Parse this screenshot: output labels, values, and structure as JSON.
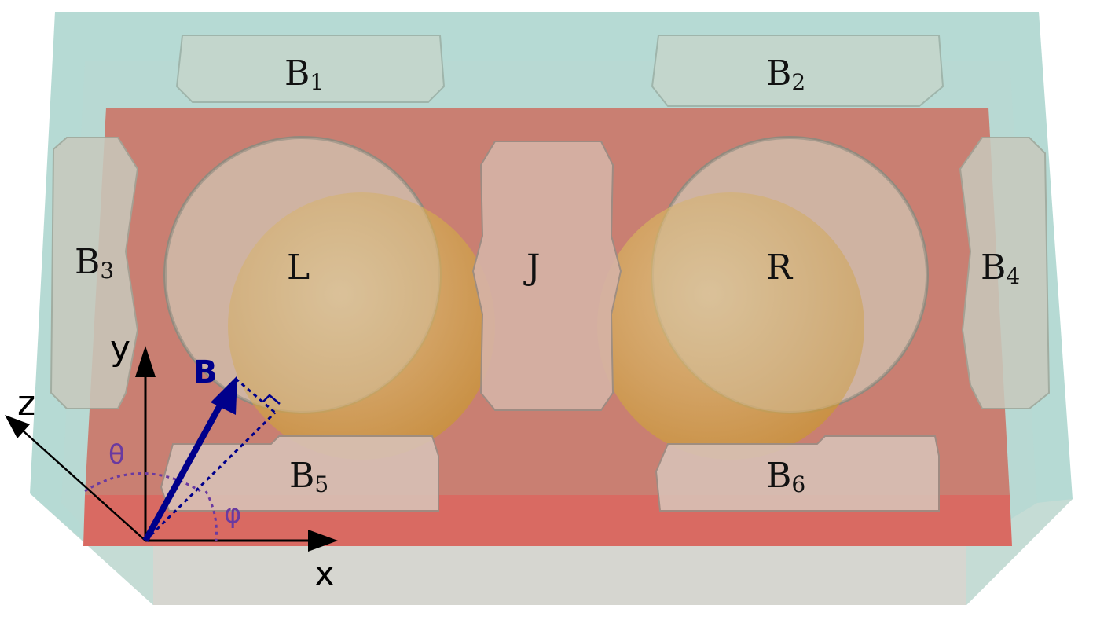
{
  "labels": {
    "b1": {
      "main": "B",
      "sub": "1"
    },
    "b2": {
      "main": "B",
      "sub": "2"
    },
    "b3": {
      "main": "B",
      "sub": "3"
    },
    "b4": {
      "main": "B",
      "sub": "4"
    },
    "b5": {
      "main": "B",
      "sub": "5"
    },
    "b6": {
      "main": "B",
      "sub": "6"
    },
    "left_dot": "L",
    "junction": "J",
    "right_dot": "R"
  },
  "axes": {
    "x": "x",
    "y": "y",
    "z": "z",
    "theta": "θ",
    "phi": "φ",
    "field": "B"
  },
  "colors": {
    "substrate": "#a9d3cc",
    "base": "#d6d6d0",
    "slab": "#c97f72",
    "slab_front": "#d96a62",
    "gate": "#cfd7d0",
    "dot_sphere": "#d8b060",
    "field_vector": "#00008b",
    "angle": "#6a3aa0"
  }
}
